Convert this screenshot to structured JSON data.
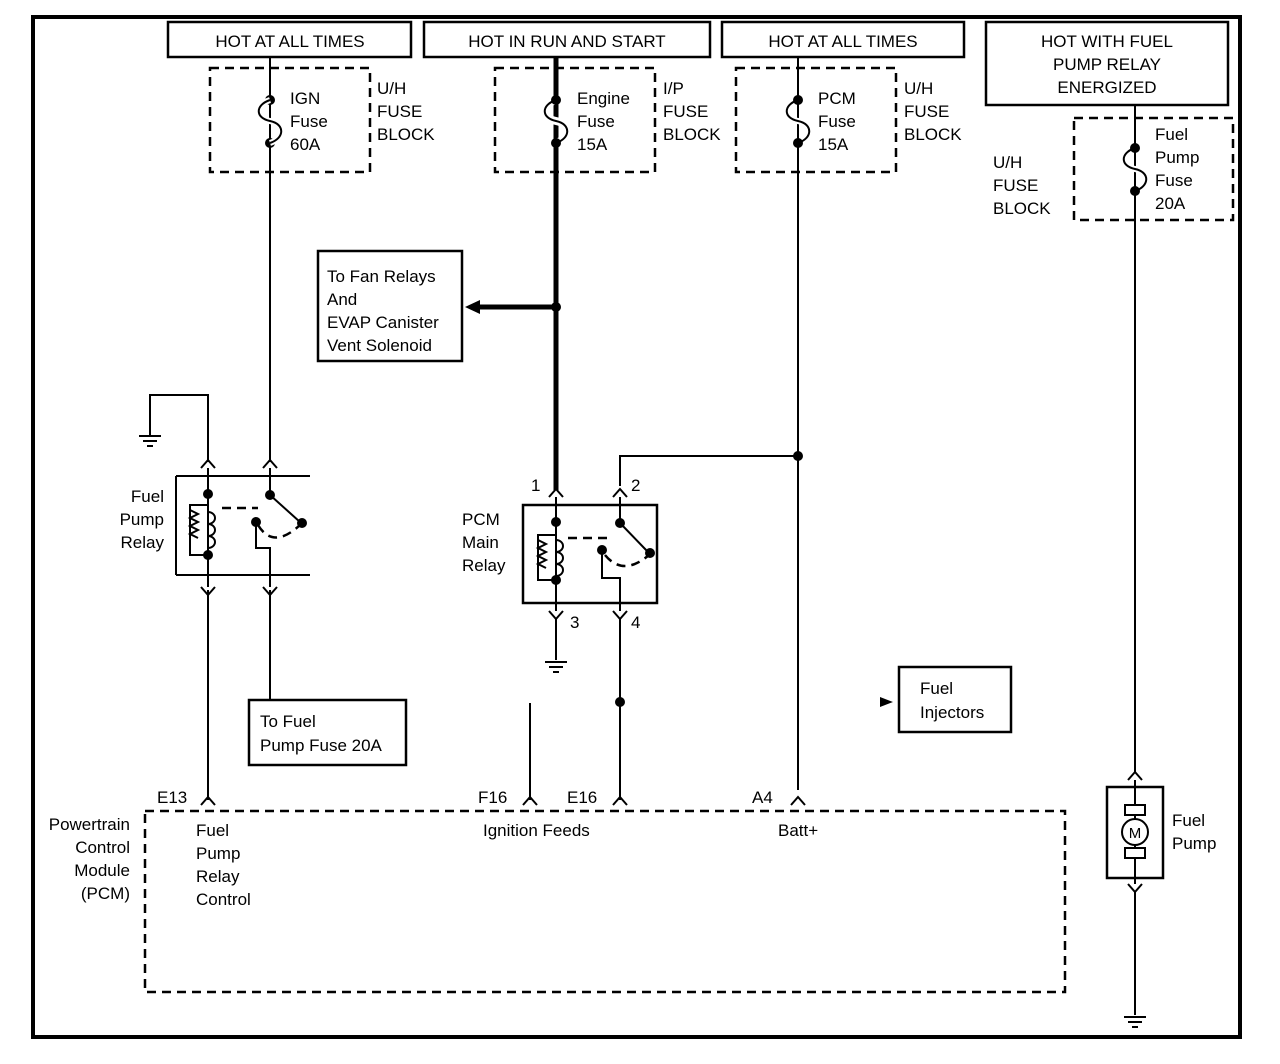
{
  "headers": [
    "HOT AT ALL TIMES",
    "HOT IN RUN AND START",
    "HOT AT ALL TIMES",
    [
      "HOT WITH FUEL",
      "PUMP RELAY",
      "ENERGIZED"
    ]
  ],
  "fuses": [
    {
      "name": [
        "IGN",
        "Fuse",
        "60A"
      ],
      "block": [
        "U/H",
        "FUSE",
        "BLOCK"
      ]
    },
    {
      "name": [
        "Engine",
        "Fuse",
        "15A"
      ],
      "block": [
        "I/P",
        "FUSE",
        "BLOCK"
      ]
    },
    {
      "name": [
        "PCM",
        "Fuse",
        "15A"
      ],
      "block": [
        "U/H",
        "FUSE",
        "BLOCK"
      ]
    },
    {
      "name": [
        "Fuel",
        "Pump",
        "Fuse",
        "20A"
      ],
      "block": [
        "U/H",
        "FUSE",
        "BLOCK"
      ]
    }
  ],
  "fan_relays": [
    "To Fan Relays",
    "And",
    "EVAP Canister",
    "Vent Solenoid"
  ],
  "fuel_pump_relay": [
    "Fuel",
    "Pump",
    "Relay"
  ],
  "pcm_main_relay": [
    "PCM",
    "Main",
    "Relay"
  ],
  "pcm_relay_pins": [
    "1",
    "2",
    "3",
    "4"
  ],
  "to_fuel_pump_fuse": [
    "To Fuel",
    "Pump Fuse 20A"
  ],
  "fuel_injectors": [
    "Fuel",
    "Injectors"
  ],
  "pcm": {
    "label": [
      "Powertrain",
      "Control",
      "Module",
      "(PCM)"
    ],
    "pins": [
      "E13",
      "F16",
      "E16",
      "A4"
    ],
    "fpr_control": [
      "Fuel",
      "Pump",
      "Relay",
      "Control"
    ],
    "ignition_feeds": "Ignition Feeds",
    "batt": "Batt+"
  },
  "fuel_pump": [
    "Fuel",
    "Pump"
  ],
  "motor_symbol": "M"
}
